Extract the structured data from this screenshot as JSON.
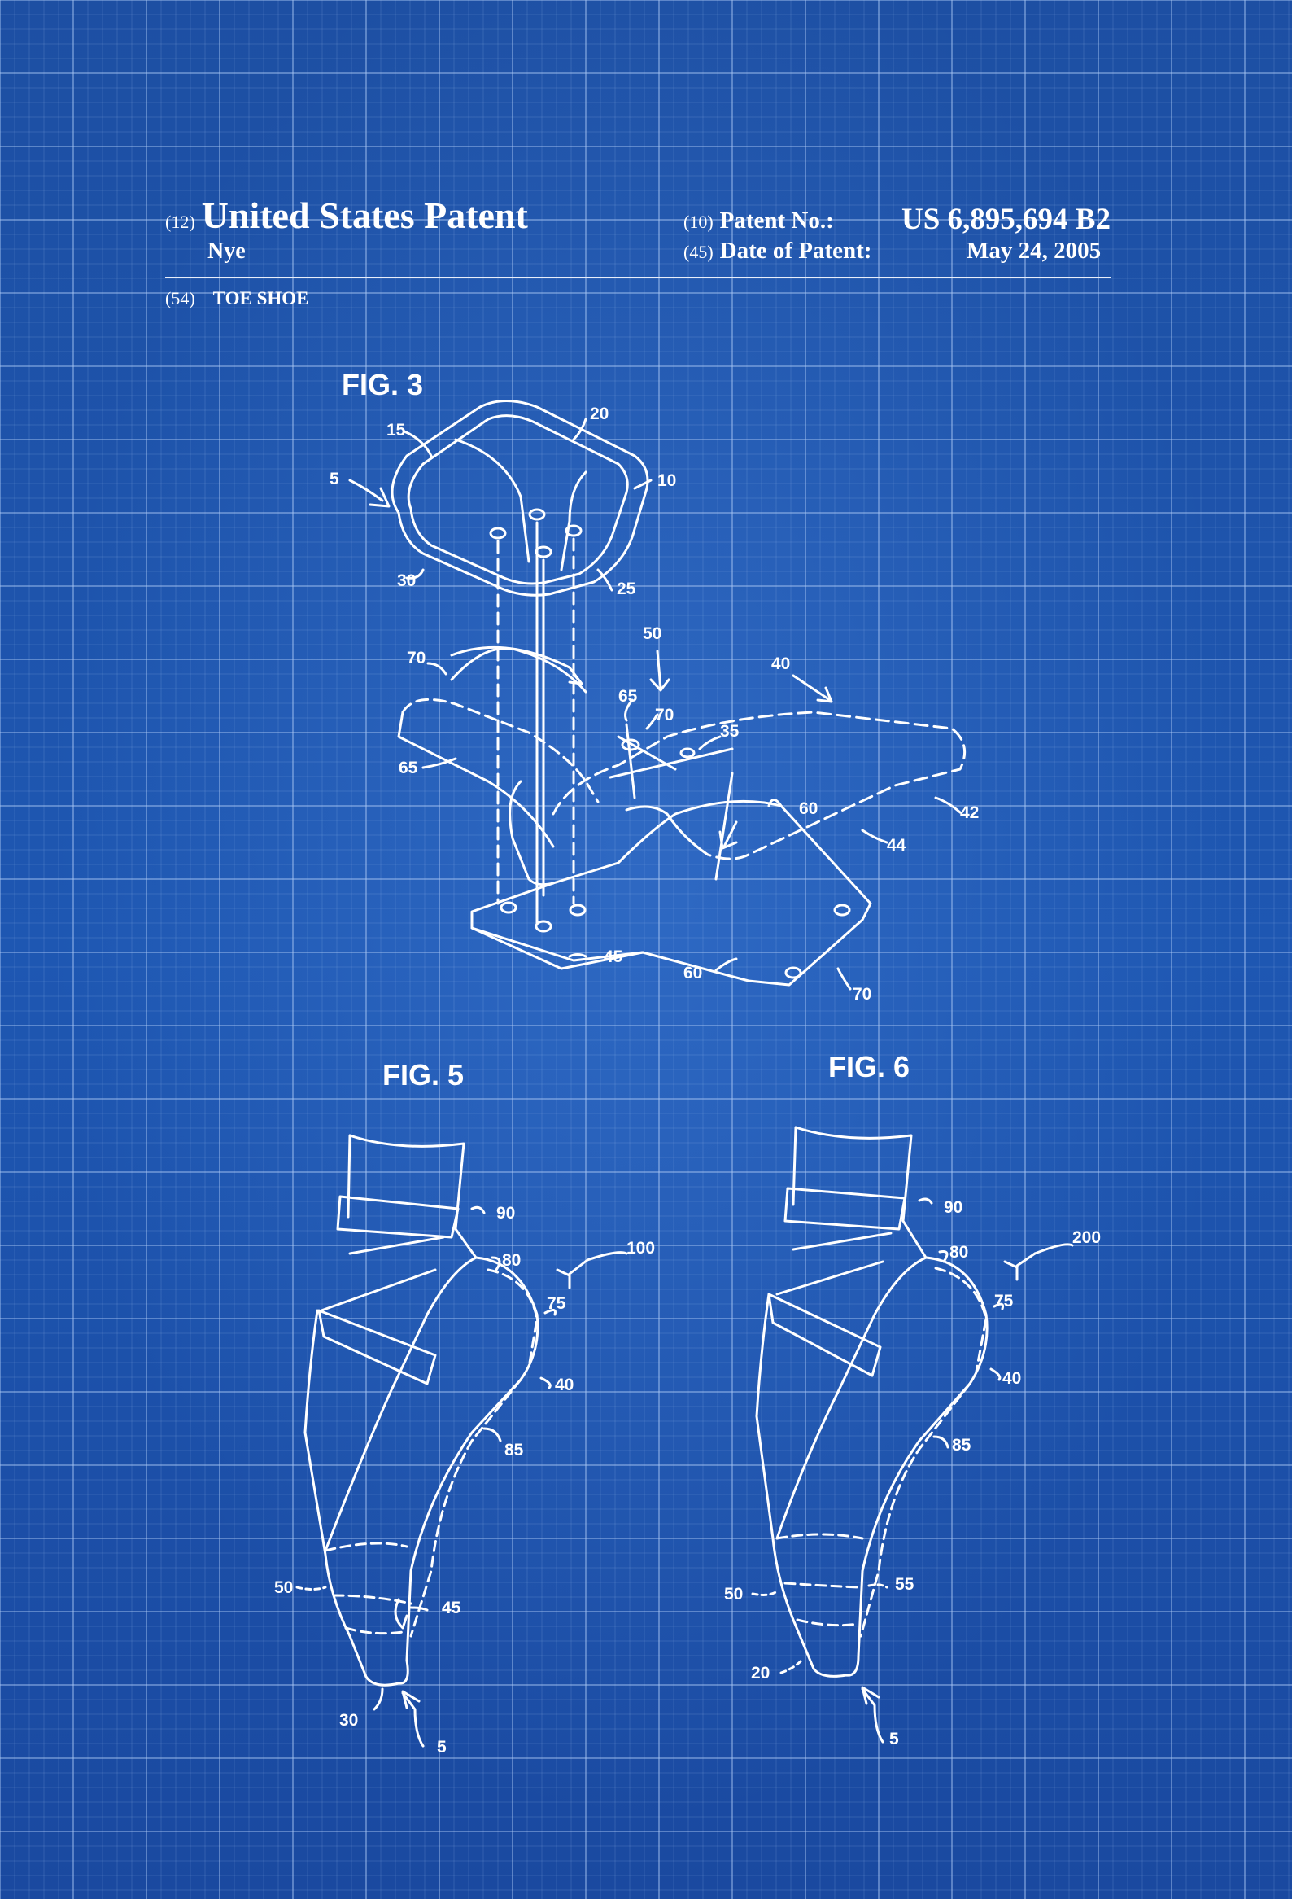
{
  "header": {
    "title_code": "(12)",
    "title": "United States Patent",
    "inventor": "Nye",
    "patent_no_code": "(10)",
    "patent_no_label": "Patent No.:",
    "patent_no": "US 6,895,694 B2",
    "date_code": "(45)",
    "date_label": "Date of Patent:",
    "date": "May 24, 2005",
    "invention_code": "(54)",
    "invention_title": "TOE SHOE"
  },
  "figures": {
    "fig3": "FIG. 3",
    "fig5": "FIG. 5",
    "fig6": "FIG. 6"
  },
  "refs": {
    "fig3": [
      "20",
      "15",
      "5",
      "10",
      "30",
      "25",
      "50",
      "70",
      "40",
      "65",
      "70",
      "35",
      "65",
      "60",
      "42",
      "44",
      "45",
      "60",
      "70"
    ],
    "fig5": [
      "90",
      "100",
      "80",
      "75",
      "40",
      "85",
      "50",
      "45",
      "30",
      "5"
    ],
    "fig6": [
      "90",
      "200",
      "80",
      "75",
      "40",
      "85",
      "50",
      "55",
      "20",
      "5"
    ]
  },
  "colors": {
    "background": "#1c52a8",
    "lines": "#ffffff"
  }
}
